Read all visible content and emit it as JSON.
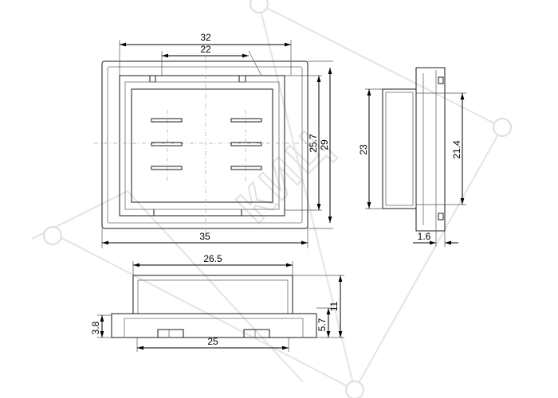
{
  "watermark": {
    "text": "КИЦ"
  },
  "front_view": {
    "dimensions": {
      "outer_width": "35",
      "top_width": "32",
      "window_width": "22",
      "height_outer": "29",
      "height_inner": "25.7"
    }
  },
  "side_view": {
    "dimensions": {
      "body_height": "23",
      "window_height": "21.4",
      "flange_thickness": "1.6"
    }
  },
  "bottom_view": {
    "dimensions": {
      "top_width": "26.5",
      "base_width": "25",
      "flange_height": "3.8",
      "lower_height": "5.7",
      "total_height": "11"
    }
  }
}
